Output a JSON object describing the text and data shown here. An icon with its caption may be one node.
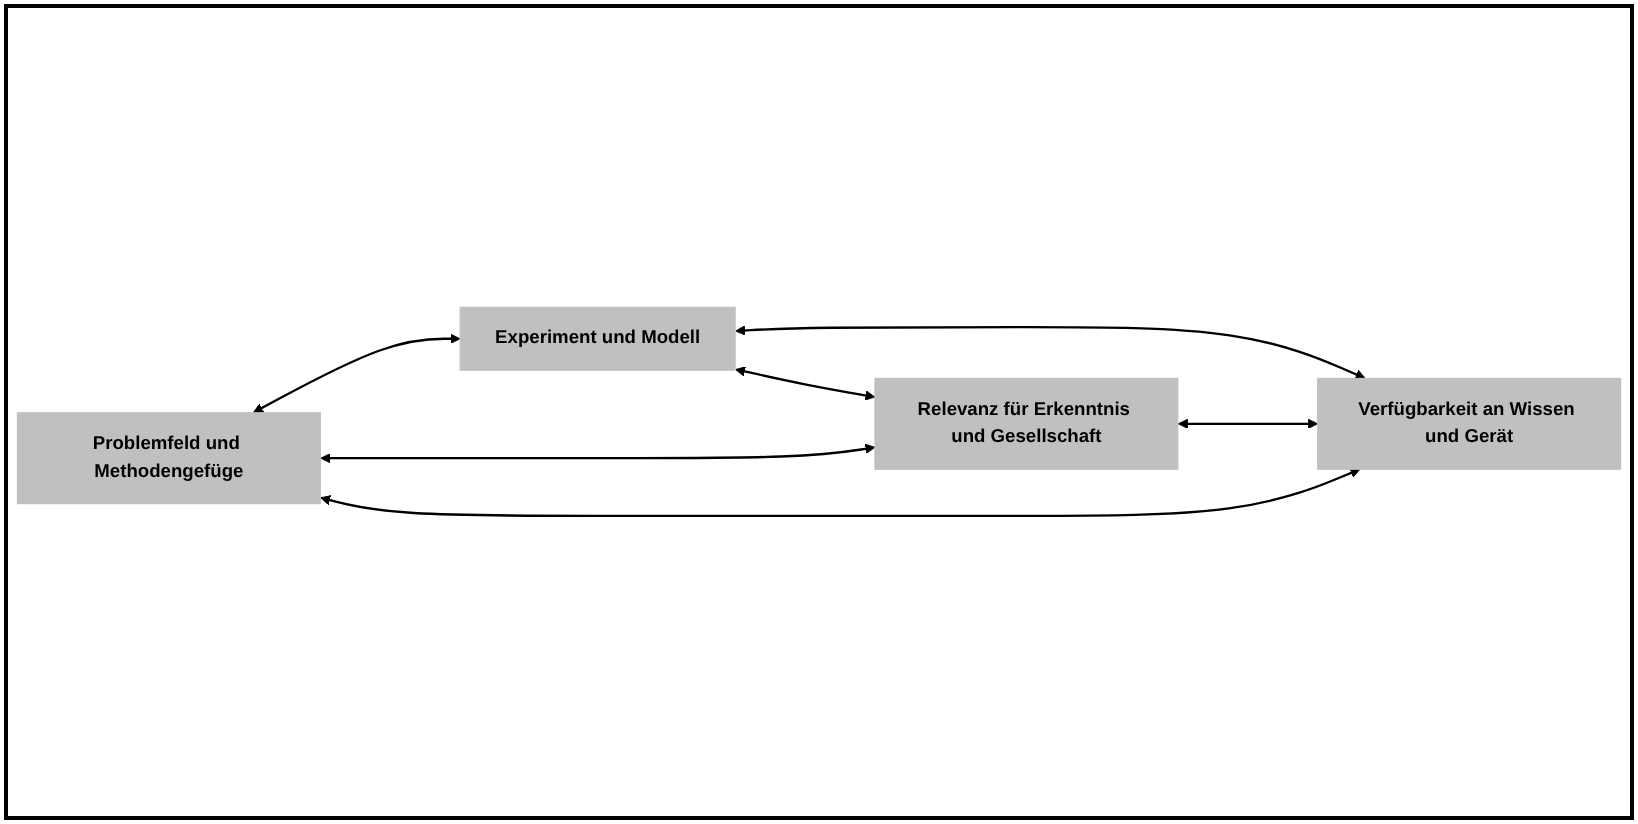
{
  "diagram": {
    "nodes": [
      {
        "text": [
          "Problemfeld und Methodengefüge"
        ]
      },
      {
        "text": [
          "Experiment und Modell"
        ]
      },
      {
        "text": [
          "Relevanz für Erkenntnis und Gesellschaft"
        ]
      },
      {
        "text": [
          "Verfügbarkeit an Wissen und Gerät"
        ]
      }
    ],
    "edges": [
      {
        "from": 0,
        "to": 1,
        "arrow": "both"
      },
      {
        "from": 0,
        "to": 2,
        "arrow": "both"
      },
      {
        "from": 1,
        "to": 3,
        "arrow": "both"
      },
      {
        "from": 0,
        "to": 3,
        "arrow": "both"
      },
      {
        "from": 1,
        "to": 2,
        "arrow": "both"
      },
      {
        "from": 2,
        "to": 3,
        "arrow": "both"
      }
    ]
  }
}
